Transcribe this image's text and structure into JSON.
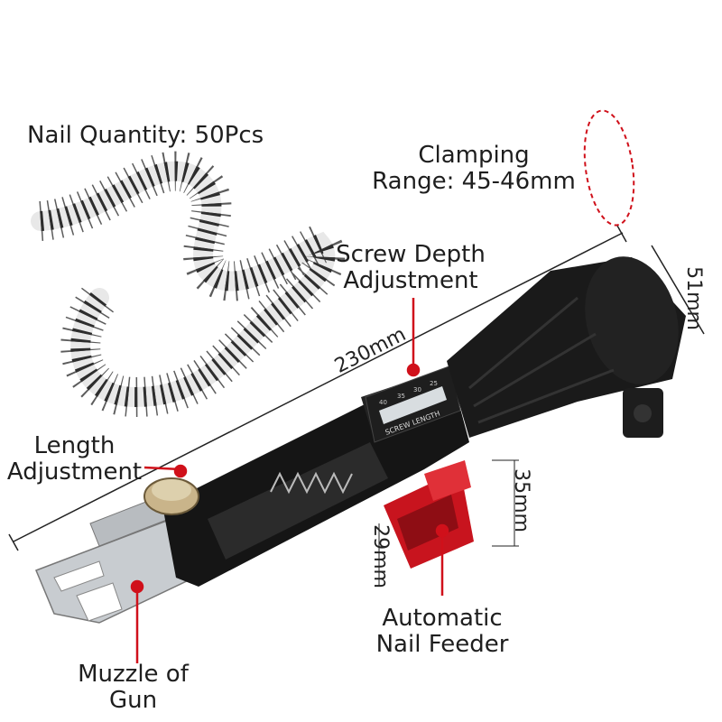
{
  "labels": {
    "nail_quantity": "Nail Quantity: 50Pcs",
    "clamping_line1": "Clamping",
    "clamping_line2": "Range: 45-46mm",
    "screw_depth_line1": "Screw Depth",
    "screw_depth_line2": "Adjustment",
    "length_line1": "Length",
    "length_line2": "Adjustment",
    "feeder_line1": "Automatic",
    "feeder_line2": "Nail Feeder",
    "muzzle_line1": "Muzzle of",
    "muzzle_line2": "Gun"
  },
  "dimensions": {
    "length": "230mm",
    "diameter": "51mm",
    "feeder_height": "35mm",
    "feeder_width": "29mm"
  },
  "tool_plate": {
    "scale": [
      "40",
      "35",
      "30",
      "25"
    ],
    "caption": "SCREW LENGTH"
  },
  "colors": {
    "pointer": "#d0101a",
    "body": "#151515",
    "feeder": "#c8141e",
    "metal": "#c8ccd0"
  }
}
